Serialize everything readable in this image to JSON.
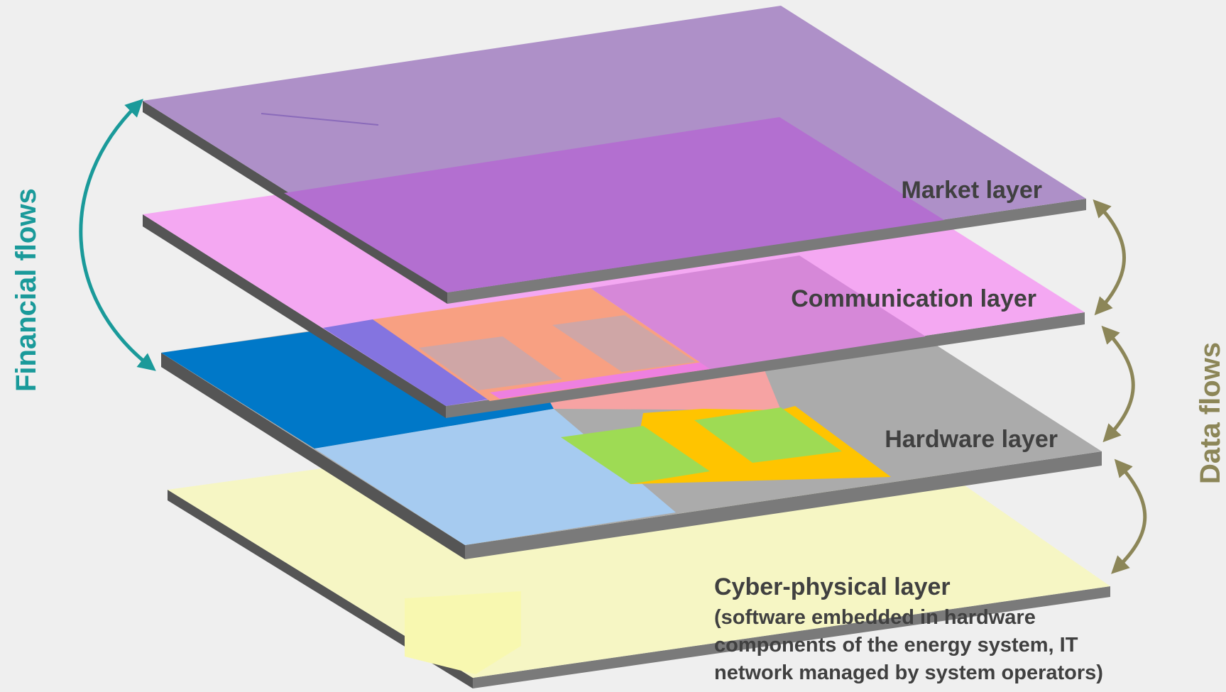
{
  "labels": {
    "market": "Market layer",
    "communication": "Communication layer",
    "hardware": "Hardware layer",
    "cyber_title": "Cyber-physical layer",
    "cyber_desc_1": "(software embedded in hardware",
    "cyber_desc_2": "components of the energy system, IT",
    "cyber_desc_3": "network managed by system operators)",
    "financial_flows": "Financial flows",
    "data_flows": "Data flows"
  },
  "colors": {
    "background": "#efefef",
    "market_top": "#ae90c8",
    "market_inner": "#b36fd0",
    "communication_top": "#f4a8f2",
    "hardware_top": "#ababab",
    "cyber_top": "#f6f6c4",
    "slab_edge": "#7a7a7a",
    "financial_arrow": "#1a9a9a",
    "data_arrow": "#8c8658",
    "text": "#404040"
  }
}
